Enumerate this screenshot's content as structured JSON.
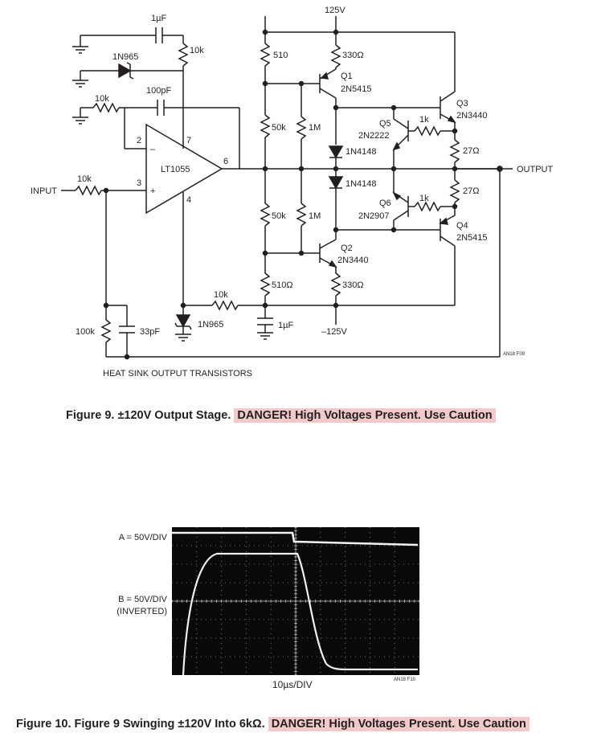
{
  "fig9": {
    "labels": {
      "c_1uf_top": "1µF",
      "v_pos": "125V",
      "d_1n965_a": "1N965",
      "r_10k_fb": "10k",
      "r_510": "510",
      "r_330_top": "330Ω",
      "q1": "Q1",
      "q1_part": "2N5415",
      "c_100pf": "100pF",
      "r_10k_in2": "10k",
      "q3": "Q3",
      "q3_part": "2N3440",
      "r_50k_top": "50k",
      "r_1m_top": "1M",
      "q5": "Q5",
      "q5_part": "2N2222",
      "r_1k_top": "1k",
      "r_27_top": "27Ω",
      "pin2": "2",
      "pin7": "7",
      "pin6": "6",
      "pin3": "3",
      "pin4": "4",
      "minus": "–",
      "plus": "+",
      "opamp": "LT1055",
      "d_1n4148_top": "1N4148",
      "d_1n4148_bot": "1N4148",
      "output": "OUTPUT",
      "input": "INPUT",
      "r_10k_in": "10k",
      "r_27_bot": "27Ω",
      "r_50k_bot": "50k",
      "r_1m_bot": "1M",
      "q6": "Q6",
      "q6_part": "2N2907",
      "r_1k_bot": "1k",
      "q4": "Q4",
      "q4_part": "2N5415",
      "q2": "Q2",
      "q2_part": "2N3440",
      "r_510_bot": "510Ω",
      "r_330_bot": "330Ω",
      "r_10k_bias": "10k",
      "d_1n965_b": "1N965",
      "r_100k": "100k",
      "c_33pf": "33pF",
      "c_1uf_bot": "1µF",
      "v_neg": "–125V",
      "fig_id": "AN18 F09",
      "heat_sink": "HEAT SINK OUTPUT TRANSISTORS"
    },
    "caption_main": "Figure 9. ±120V Output Stage.",
    "caption_warning": "DANGER! High Voltages Present. Use Caution"
  },
  "fig10": {
    "label_a": "A = 50V/DIV",
    "label_b": "B = 50V/DIV",
    "label_b2": "(INVERTED)",
    "timebase": "10µs/DIV",
    "fig_id": "AN18 F10",
    "caption_main": "Figure 10. Figure 9 Swinging ±120V Into 6kΩ.",
    "caption_warning": "DANGER! High Voltages Present. Use Caution"
  }
}
